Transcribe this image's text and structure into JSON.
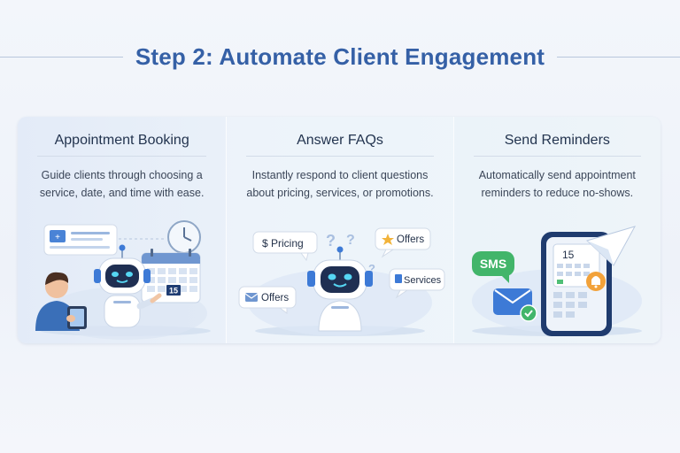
{
  "title": "Step 2: Automate Client Engagement",
  "cards": [
    {
      "title": "Appointment Booking",
      "description_lines": [
        "Guide clients through choosing a",
        "service, date, and time with ease."
      ],
      "calendar_date": "15"
    },
    {
      "title": "Answer FAQs",
      "description_lines": [
        "Instantly respond to client questions",
        "about pricing, services, or promotions."
      ],
      "bubbles": {
        "pricing": "$ Pricing",
        "offers_top": "Offers",
        "services": "Services",
        "offers_left": "Offers"
      }
    },
    {
      "title": "Send Reminders",
      "description_lines": [
        "Automatically send appointment",
        "reminders to reduce no-shows."
      ],
      "sms_label": "SMS",
      "phone_date": "15"
    }
  ],
  "colors": {
    "title": "#3560a6",
    "accent_blue": "#3d7ad6",
    "robot_face": "#1f2f52",
    "robot_eyes": "#56d6f3",
    "sms_green": "#42b56a",
    "bell_orange": "#f2a23a"
  },
  "icons": [
    "robot-icon",
    "calendar-icon",
    "clock-icon",
    "tablet-icon",
    "dollar-icon",
    "star-icon",
    "question-mark-icon",
    "envelope-icon",
    "phone-icon",
    "paper-plane-icon",
    "bell-icon",
    "check-icon"
  ]
}
